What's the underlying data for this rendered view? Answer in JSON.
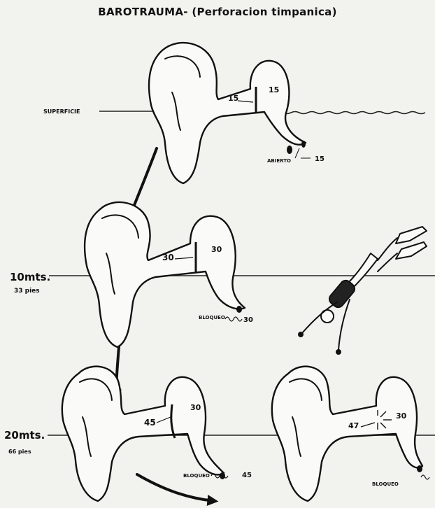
{
  "title": "BAROTRAUMA- (Perforacion timpanica)",
  "levels": {
    "surface": {
      "label": "SUPERFICIE"
    },
    "ten": {
      "label": "10mts.",
      "sub": "33 pies"
    },
    "twenty": {
      "label": "20mts.",
      "sub": "66 pies"
    }
  },
  "stage_surface": {
    "canal": "15",
    "middle": "15",
    "tube_state": "ABIERTO",
    "tube_value": "15"
  },
  "stage_ten": {
    "canal": "30",
    "middle": "30",
    "tube_state": "BLOQUEO",
    "tube_value": "30"
  },
  "stage_twenty": {
    "canal": "45",
    "middle": "30",
    "tube_state": "BLOQUEO",
    "tube_value": "45"
  },
  "stage_perforated": {
    "canal": "47",
    "middle": "30",
    "tube_state": "BLOQUEO"
  }
}
